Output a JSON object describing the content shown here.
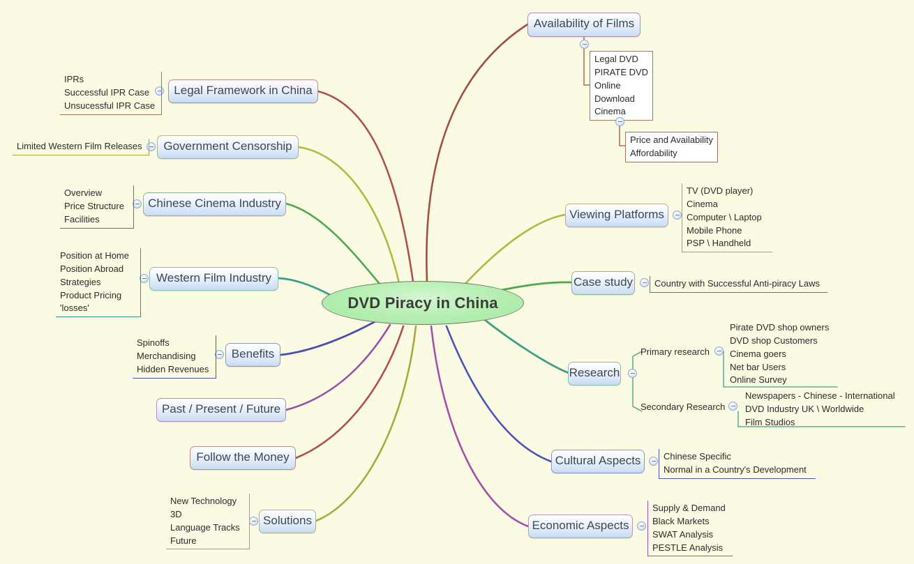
{
  "title": "DVD Piracy in China",
  "colors": {
    "background": "#fbfbe4",
    "center_fill": "#b4eeb0",
    "center_border": "#6f7a63",
    "node_fill": "#cfe0f5",
    "branch_maroon": "#a0513f",
    "branch_red": "#b05048",
    "branch_olive": "#a8aa3c",
    "branch_yellowgreen": "#b2b83f",
    "branch_green": "#4ca84e",
    "branch_teal": "#35a08c",
    "branch_seagreen": "#3f9e86",
    "branch_blue": "#4a54b8",
    "branch_violet": "#4b4fb5",
    "branch_purple": "#9b4bab",
    "branch_magenta": "#a64fa8"
  },
  "center": {
    "label": "DVD Piracy in China"
  },
  "nodes": [
    {
      "id": "availability",
      "label": "Availability of Films",
      "branch_color": "#a0513f",
      "children": [
        {
          "style": "boxed",
          "items": [
            "Legal DVD",
            "PIRATE DVD",
            "Online",
            "Download",
            "Cinema"
          ],
          "children": [
            {
              "style": "boxed",
              "items": [
                "Price and Availability",
                "Affordability"
              ]
            }
          ]
        }
      ]
    },
    {
      "id": "legal-framework",
      "label": "Legal Framework in China",
      "branch_color": "#b05048",
      "children": [
        {
          "style": "underline",
          "items": [
            "IPRs",
            "Successful IPR Case",
            "Unsucessful IPR Case"
          ]
        }
      ]
    },
    {
      "id": "government-censorship",
      "label": "Government Censorship",
      "branch_color": "#b2b83f",
      "children": [
        {
          "style": "underline",
          "items": [
            "Limited Western Film Releases"
          ]
        }
      ]
    },
    {
      "id": "chinese-cinema-industry",
      "label": "Chinese Cinema Industry",
      "branch_color": "#4ca84e",
      "children": [
        {
          "style": "underline",
          "items": [
            "Overview",
            "Price Structure",
            "Facilities"
          ]
        }
      ]
    },
    {
      "id": "western-film-industry",
      "label": "Western Film Industry",
      "branch_color": "#35a08c",
      "children": [
        {
          "style": "underline",
          "items": [
            "Position at Home",
            "Position Abroad",
            "Strategies",
            "Product Pricing",
            "'losses'"
          ]
        }
      ]
    },
    {
      "id": "benefits",
      "label": "Benefits",
      "branch_color": "#4b4fb5",
      "children": [
        {
          "style": "underline",
          "items": [
            "Spinoffs",
            "Merchandising",
            "Hidden Revenues"
          ]
        }
      ]
    },
    {
      "id": "past-present-future",
      "label": "Past / Present / Future",
      "branch_color": "#9b4bab",
      "children": []
    },
    {
      "id": "follow-the-money",
      "label": "Follow the Money",
      "branch_color": "#b05048",
      "children": []
    },
    {
      "id": "solutions",
      "label": "Solutions",
      "branch_color": "#a8aa3c",
      "children": [
        {
          "style": "underline",
          "items": [
            "New Technology",
            "3D",
            "Language Tracks",
            "Future"
          ]
        }
      ]
    },
    {
      "id": "viewing-platforms",
      "label": "Viewing Platforms",
      "branch_color": "#b2b83f",
      "children": [
        {
          "style": "underline",
          "items": [
            "TV (DVD player)",
            "Cinema",
            "Computer \\ Laptop",
            "Mobile Phone",
            "PSP \\ Handheld"
          ]
        }
      ]
    },
    {
      "id": "case-study",
      "label": "Case study",
      "branch_color": "#4ca84e",
      "children": [
        {
          "style": "underline",
          "items": [
            "Country with Successful Anti-piracy Laws"
          ]
        }
      ]
    },
    {
      "id": "research",
      "label": "Research",
      "branch_color": "#3f9e86",
      "children": [
        {
          "label": "Primary research",
          "style": "underline",
          "items": [
            "Pirate DVD shop owners",
            "DVD shop Customers",
            "Cinema goers",
            "Net bar Users",
            "Online Survey"
          ]
        },
        {
          "label": "Secondary Research",
          "style": "underline",
          "items": [
            "Newspapers - Chinese - International",
            "DVD Industry UK \\ Worldwide",
            "Film Studios"
          ]
        }
      ]
    },
    {
      "id": "cultural-aspects",
      "label": "Cultural Aspects",
      "branch_color": "#4a54b8",
      "children": [
        {
          "style": "underline",
          "items": [
            "Chinese Specific",
            "Normal in a Country's Development"
          ]
        }
      ]
    },
    {
      "id": "economic-aspects",
      "label": "Economic Aspects",
      "branch_color": "#a64fa8",
      "children": [
        {
          "style": "underline",
          "items": [
            "Supply & Demand",
            "Black Markets",
            "SWAT Analysis",
            "PESTLE Analysis"
          ]
        }
      ]
    }
  ],
  "labels": {
    "availability": "Availability of Films",
    "legal_framework": "Legal Framework in China",
    "government_censorship": "Government Censorship",
    "chinese_cinema": "Chinese Cinema Industry",
    "western_film": "Western Film Industry",
    "benefits": "Benefits",
    "past_present_future": "Past / Present / Future",
    "follow_money": "Follow the Money",
    "solutions": "Solutions",
    "viewing_platforms": "Viewing Platforms",
    "case_study": "Case study",
    "research": "Research",
    "cultural_aspects": "Cultural Aspects",
    "economic_aspects": "Economic Aspects",
    "primary_research": "Primary research",
    "secondary_research": "Secondary Research"
  },
  "sublists": {
    "availability_l1": [
      "Legal DVD",
      "PIRATE DVD",
      "Online",
      "Download",
      "Cinema"
    ],
    "availability_l2": [
      "Price and Availability",
      "Affordability"
    ],
    "legal_framework": [
      "IPRs",
      "Successful IPR Case",
      "Unsucessful IPR Case"
    ],
    "government_censorship": [
      "Limited Western Film Releases"
    ],
    "chinese_cinema": [
      "Overview",
      "Price Structure",
      "Facilities"
    ],
    "western_film": [
      "Position at Home",
      "Position Abroad",
      "Strategies",
      "Product Pricing",
      "'losses'"
    ],
    "benefits": [
      "Spinoffs",
      "Merchandising",
      "Hidden Revenues"
    ],
    "solutions": [
      "New Technology",
      "3D",
      "Language Tracks",
      "Future"
    ],
    "viewing_platforms": [
      "TV (DVD player)",
      "Cinema",
      "Computer \\ Laptop",
      "Mobile Phone",
      "PSP \\ Handheld"
    ],
    "case_study": [
      "Country with Successful Anti-piracy Laws"
    ],
    "primary_research": [
      "Pirate DVD shop owners",
      "DVD shop Customers",
      "Cinema goers",
      "Net bar Users",
      "Online Survey"
    ],
    "secondary_research": [
      "Newspapers - Chinese - International",
      "DVD Industry UK \\ Worldwide",
      "Film Studios"
    ],
    "cultural_aspects": [
      "Chinese Specific",
      "Normal in a Country's Development"
    ],
    "economic_aspects": [
      "Supply & Demand",
      "Black Markets",
      "SWAT Analysis",
      "PESTLE Analysis"
    ]
  }
}
